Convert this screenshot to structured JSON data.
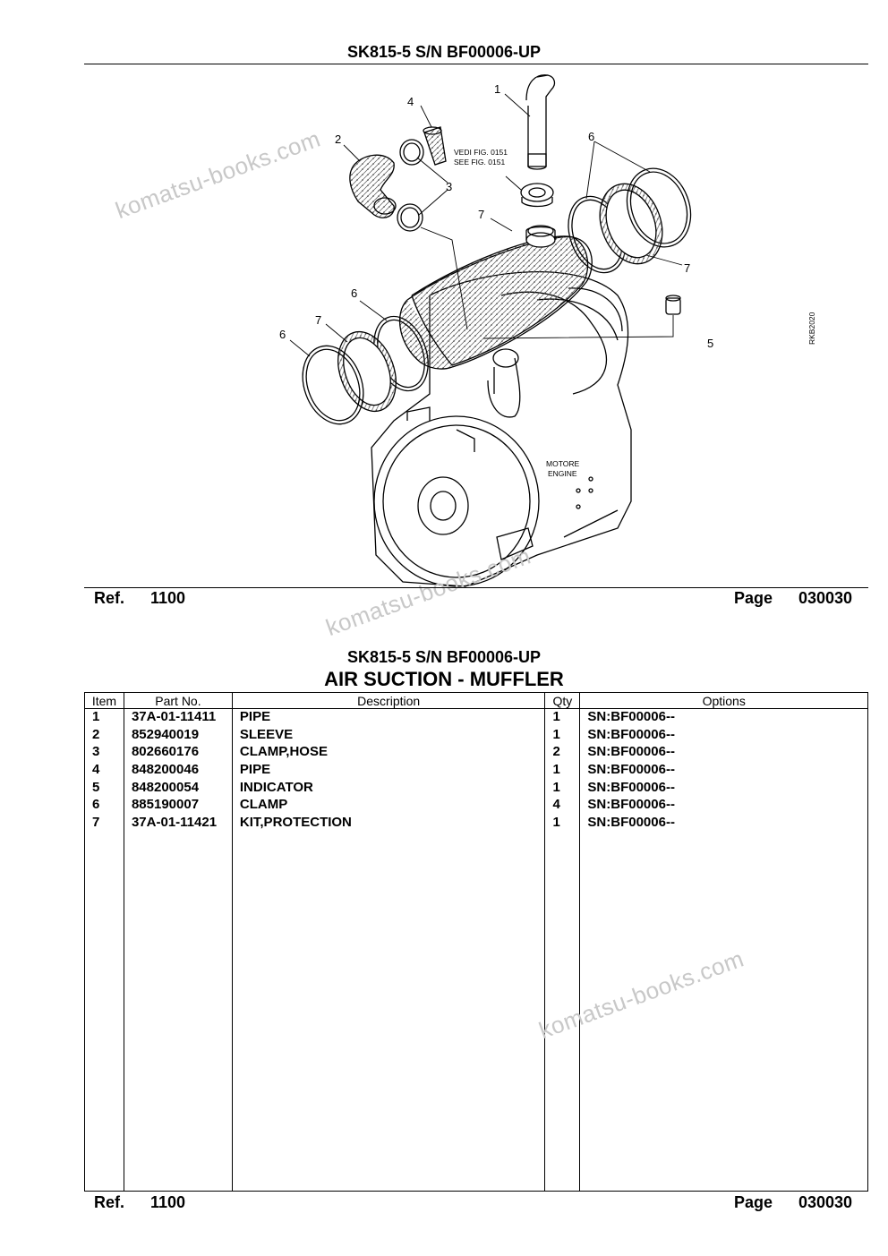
{
  "top": {
    "title": "SK815-5 S/N BF00006-UP",
    "ref_label": "Ref.",
    "ref_value": "1100",
    "page_label": "Page",
    "page_value": "030030"
  },
  "diagram": {
    "callouts": [
      "1",
      "2",
      "3",
      "4",
      "5",
      "6",
      "6",
      "6",
      "7",
      "7",
      "7"
    ],
    "vedi": "VEDI FIG. 0151",
    "see": "SEE FIG. 0151",
    "motore": "MOTORE",
    "engine": "ENGINE",
    "code": "RKB2020"
  },
  "watermark": "komatsu-books.com",
  "section": {
    "model": "SK815-5 S/N BF00006-UP",
    "heading": "AIR SUCTION - MUFFLER"
  },
  "table": {
    "headers": [
      "Item",
      "Part No.",
      "Description",
      "Qty",
      "Options"
    ],
    "rows": [
      {
        "item": "1",
        "part": "37A-01-11411",
        "desc": "PIPE",
        "qty": "1",
        "opt": "SN:BF00006--"
      },
      {
        "item": "2",
        "part": "852940019",
        "desc": "SLEEVE",
        "qty": "1",
        "opt": "SN:BF00006--"
      },
      {
        "item": "3",
        "part": "802660176",
        "desc": "CLAMP,HOSE",
        "qty": "2",
        "opt": "SN:BF00006--"
      },
      {
        "item": "4",
        "part": "848200046",
        "desc": "PIPE",
        "qty": "1",
        "opt": "SN:BF00006--"
      },
      {
        "item": "5",
        "part": "848200054",
        "desc": "INDICATOR",
        "qty": "1",
        "opt": "SN:BF00006--"
      },
      {
        "item": "6",
        "part": "885190007",
        "desc": "CLAMP",
        "qty": "4",
        "opt": "SN:BF00006--"
      },
      {
        "item": "7",
        "part": "37A-01-11421",
        "desc": "KIT,PROTECTION",
        "qty": "1",
        "opt": "SN:BF00006--"
      }
    ]
  },
  "bottom": {
    "ref_label": "Ref.",
    "ref_value": "1100",
    "page_label": "Page",
    "page_value": "030030"
  }
}
